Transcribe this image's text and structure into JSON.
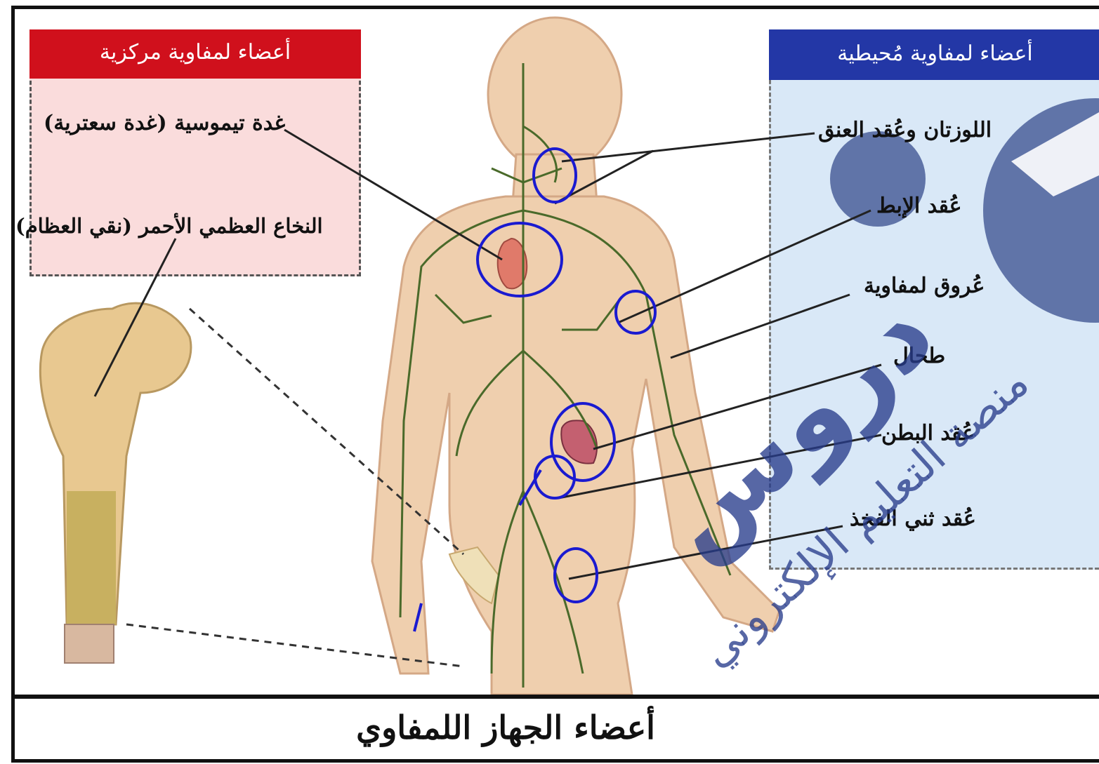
{
  "central": {
    "header": "أعضاء لمفاوية مركزية",
    "items": [
      "غدة تيموسية (غدة سعترية)",
      "النخاع العظمي الأحمر (نقي العظام)"
    ]
  },
  "peripheral": {
    "header": "أعضاء لمفاوية مُحيطية",
    "items": [
      "اللوزتان وعُقد العنق",
      "عُقد الإبط",
      "عُروق لمفاوية",
      "طحال",
      "عُقد البطن",
      "عُقد ثني الفخذ"
    ]
  },
  "caption": "أعضاء الجهاز اللمفاوي",
  "watermark": {
    "brand": "دروس",
    "tagline": "منصة التعليم الإلكتروني"
  },
  "colors": {
    "central_header": "#d0101c",
    "central_panel": "#fadcdc",
    "peripheral_header": "#2337a6",
    "peripheral_panel": "#d9e8f7",
    "pen_annotation": "#1a1ad0",
    "lymph_vessels": "#4a6a2a",
    "skin": "#efcfae"
  }
}
